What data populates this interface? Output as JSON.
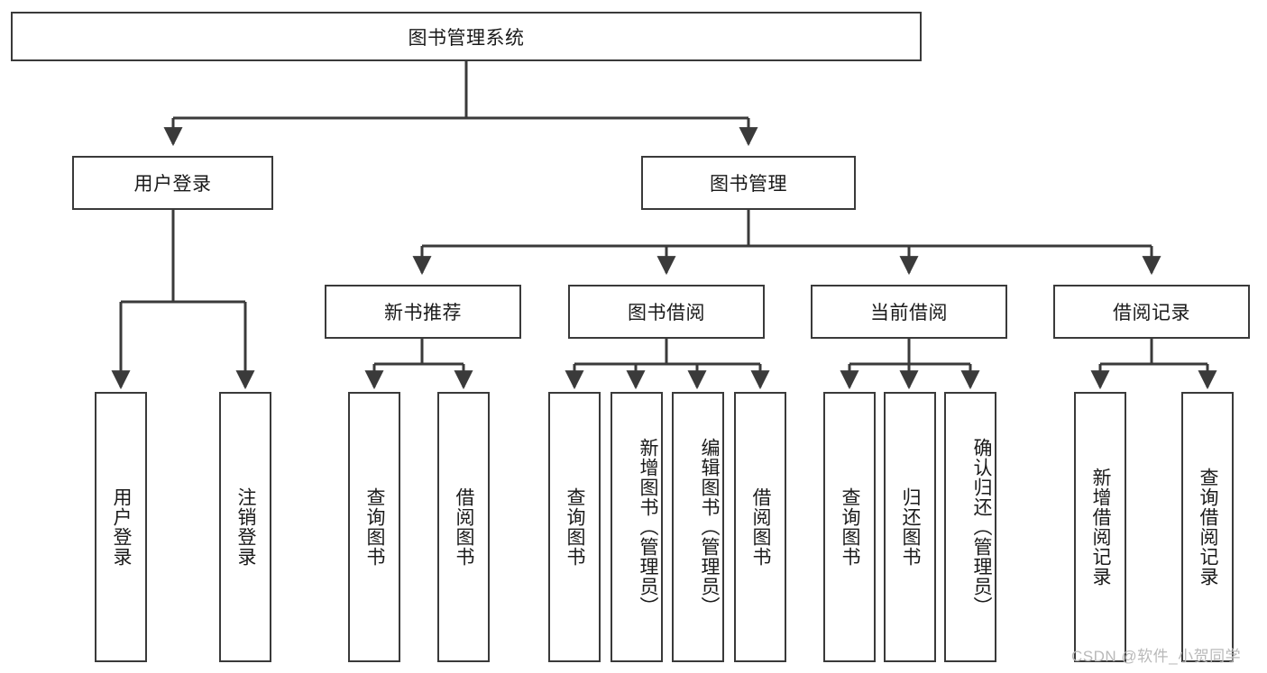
{
  "diagram": {
    "type": "tree-hierarchy-chart",
    "title": "图书管理系统",
    "root": {
      "id": "root",
      "label": "图书管理系统"
    },
    "level2": [
      {
        "id": "user-login",
        "label": "用户登录"
      },
      {
        "id": "book-manage",
        "label": "图书管理"
      }
    ],
    "level3": [
      {
        "id": "new-book-recommend",
        "label": "新书推荐",
        "parent": "book-manage"
      },
      {
        "id": "book-borrow",
        "label": "图书借阅",
        "parent": "book-manage"
      },
      {
        "id": "current-borrow",
        "label": "当前借阅",
        "parent": "book-manage"
      },
      {
        "id": "borrow-record",
        "label": "借阅记录",
        "parent": "book-manage"
      }
    ],
    "leaves": [
      {
        "id": "leaf-user-login",
        "label": "用户登录",
        "parent": "user-login"
      },
      {
        "id": "leaf-logout-login",
        "label": "注销登录",
        "parent": "user-login"
      },
      {
        "id": "leaf-query-book-1",
        "label": "查询图书",
        "parent": "new-book-recommend"
      },
      {
        "id": "leaf-borrow-book-1",
        "label": "借阅图书",
        "parent": "new-book-recommend"
      },
      {
        "id": "leaf-query-book-2",
        "label": "查询图书",
        "parent": "book-borrow"
      },
      {
        "id": "leaf-add-book",
        "label": "新增图书（管理员）",
        "parent": "book-borrow"
      },
      {
        "id": "leaf-edit-book",
        "label": "编辑图书（管理员）",
        "parent": "book-borrow"
      },
      {
        "id": "leaf-borrow-book-2",
        "label": "借阅图书",
        "parent": "book-borrow"
      },
      {
        "id": "leaf-query-book-3",
        "label": "查询图书",
        "parent": "current-borrow"
      },
      {
        "id": "leaf-return-book",
        "label": "归还图书",
        "parent": "current-borrow"
      },
      {
        "id": "leaf-confirm-return",
        "label": "确认归还（管理员）",
        "parent": "current-borrow"
      },
      {
        "id": "leaf-add-record",
        "label": "新增借阅记录",
        "parent": "borrow-record"
      },
      {
        "id": "leaf-query-record",
        "label": "查询借阅记录",
        "parent": "borrow-record"
      }
    ],
    "colors": {
      "box_border": "#3a3a3a",
      "connector": "#3a3a3a",
      "text": "#1a1a1a",
      "background": "#ffffff",
      "watermark": "#b9b9b9"
    }
  },
  "watermark": {
    "text": "CSDN @软件_小贺同学"
  }
}
